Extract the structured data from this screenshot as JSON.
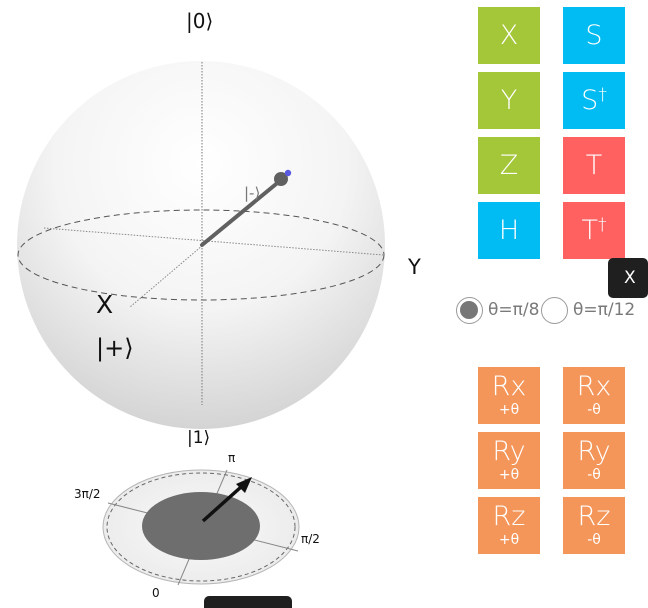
{
  "sphere": {
    "label_ket0": "|0⟩",
    "label_ket1": "|1⟩",
    "label_x": "X",
    "label_y": "Y",
    "label_plus": "|+⟩",
    "label_state": "|-⟩"
  },
  "phase_disc": {
    "label_pi": "π",
    "label_3pi2": "3π/2",
    "label_pi2": "π/2",
    "label_zero": "0"
  },
  "gates": [
    {
      "label": "X",
      "sup": ""
    },
    {
      "label": "S",
      "sup": ""
    },
    {
      "label": "Y",
      "sup": ""
    },
    {
      "label": "S",
      "sup": "†"
    },
    {
      "label": "Z",
      "sup": ""
    },
    {
      "label": "T",
      "sup": ""
    },
    {
      "label": "H",
      "sup": ""
    },
    {
      "label": "T",
      "sup": "†"
    }
  ],
  "theta_options": {
    "option1": "θ=π/8",
    "option2": "θ=π/12",
    "selected": "θ=π/8"
  },
  "rotations": [
    {
      "label": "Rx",
      "sub": "+θ"
    },
    {
      "label": "Rx",
      "sub": "-θ"
    },
    {
      "label": "Ry",
      "sub": "+θ"
    },
    {
      "label": "Ry",
      "sub": "-θ"
    },
    {
      "label": "Rz",
      "sub": "+θ"
    },
    {
      "label": "Rz",
      "sub": "-θ"
    }
  ],
  "side_tab": {
    "label": "X"
  },
  "colors": {
    "pauli": "#a4c639",
    "phase": "#00bcf2",
    "t_gate": "#ff6060",
    "rotation": "#f4965a"
  }
}
